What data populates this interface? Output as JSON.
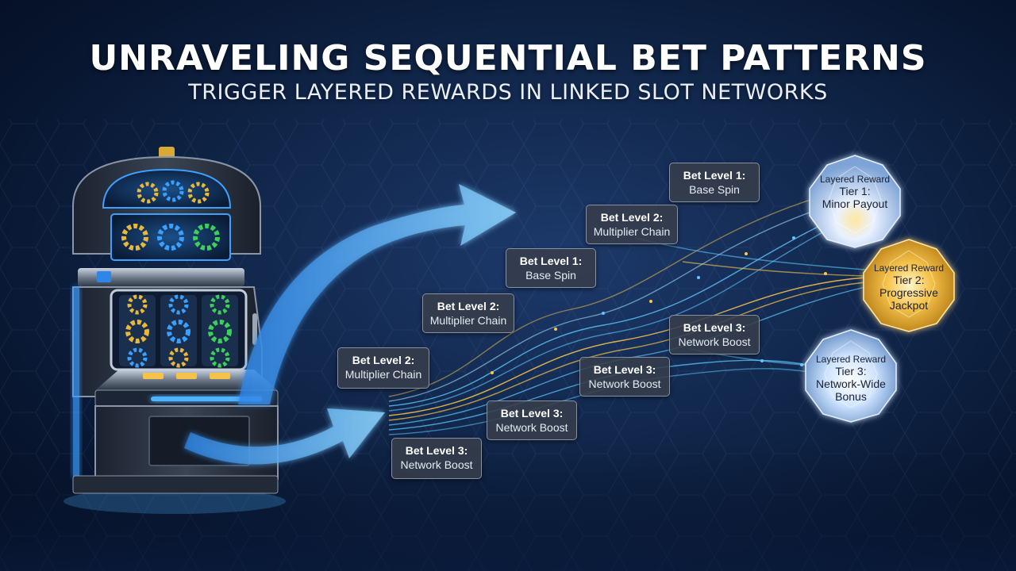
{
  "title": "UNRAVELING SEQUENTIAL BET PATTERNS",
  "subtitle": "TRIGGER LAYERED REWARDS IN LINKED SLOT NETWORKS",
  "labels": [
    {
      "level": "Bet Level 1:",
      "name": "Base Spin"
    },
    {
      "level": "Bet Level 2:",
      "name": "Multiplier Chain"
    },
    {
      "level": "Bet Level 1:",
      "name": "Base Spin"
    },
    {
      "level": "Bet Level 2:",
      "name": "Multiplier Chain"
    },
    {
      "level": "Bet Level 2:",
      "name": "Multiplier Chain"
    },
    {
      "level": "Bet Level 3:",
      "name": "Network Boost"
    },
    {
      "level": "Bet Level 3:",
      "name": "Network Boost"
    },
    {
      "level": "Bet Level 3:",
      "name": "Network Boost"
    },
    {
      "level": "Bet Level 3:",
      "name": "Network Boost"
    }
  ],
  "rewards": [
    {
      "prefix": "Layered Reward",
      "tier": "Tier 1:",
      "line1": "Minor Payout",
      "line2": ""
    },
    {
      "prefix": "Layered Reward",
      "tier": "Tier 2:",
      "line1": "Progressive",
      "line2": "Jackpot"
    },
    {
      "prefix": "Layered Reward",
      "tier": "Tier 3:",
      "line1": "Network-Wide",
      "line2": "Bonus"
    }
  ],
  "colors": {
    "background": "#0c1f3f",
    "arrow": "#4fb3ff",
    "stream_blue": "#5fc8ff",
    "stream_gold": "#ffc94a",
    "gem_gold": "#f5c24a",
    "gem_ice": "#cfe4ff"
  },
  "icons": [
    "slot-machine-icon",
    "gear-icon",
    "arrow-icon",
    "crystal-gem-icon"
  ]
}
